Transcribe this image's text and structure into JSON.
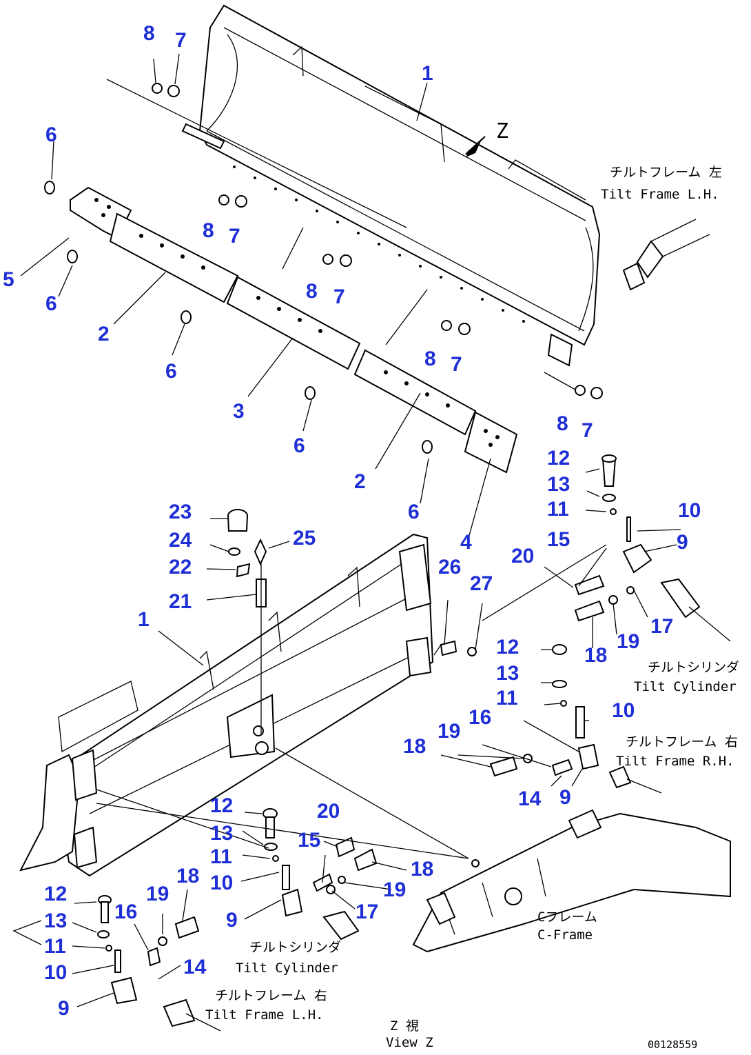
{
  "diagram": {
    "view_marker": "Z",
    "drawing_code": "00128559",
    "captions": {
      "tilt_frame_lh_top": [
        "チルトフレーム 左",
        "Tilt Frame L.H."
      ],
      "tilt_cylinder_right": [
        "チルトシリンダ",
        "Tilt Cylinder"
      ],
      "tilt_frame_rh": [
        "チルトフレーム 右",
        "Tilt Frame R.H."
      ],
      "c_frame": [
        "Cフレーム",
        "C-Frame"
      ],
      "tilt_cylinder_bottom": [
        "チルトシリンダ",
        "Tilt Cylinder"
      ],
      "tilt_frame_lh_bottom": [
        "チルトフレーム 右",
        "Tilt Frame L.H."
      ],
      "view_z": [
        "Z 視",
        "View Z"
      ]
    },
    "callouts": [
      "8",
      "7",
      "1",
      "6",
      "5",
      "6",
      "8",
      "7",
      "8",
      "7",
      "2",
      "6",
      "8",
      "7",
      "3",
      "6",
      "2",
      "8",
      "7",
      "6",
      "4",
      "12",
      "13",
      "11",
      "10",
      "9",
      "15",
      "20",
      "17",
      "19",
      "18",
      "23",
      "24",
      "25",
      "22",
      "21",
      "1",
      "26",
      "27",
      "12",
      "13",
      "11",
      "10",
      "16",
      "19",
      "18",
      "14",
      "9",
      "12",
      "13",
      "11",
      "10",
      "9",
      "20",
      "15",
      "18",
      "19",
      "17",
      "12",
      "13",
      "11",
      "10",
      "9",
      "16",
      "19",
      "18",
      "14"
    ]
  }
}
